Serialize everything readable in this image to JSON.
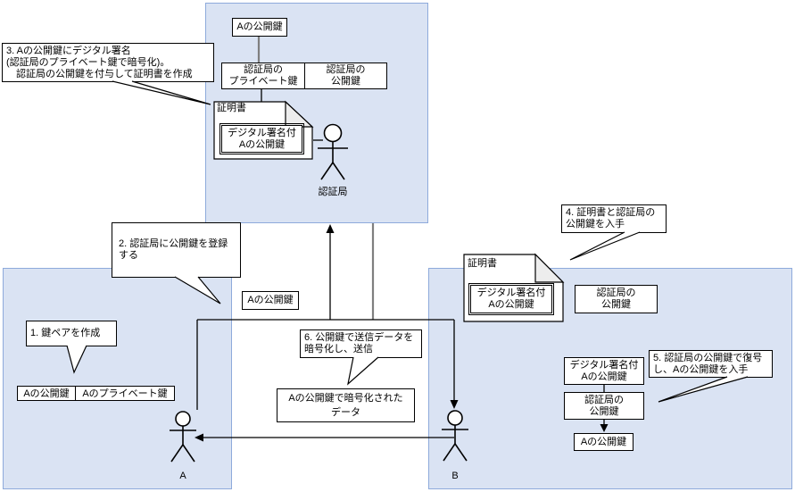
{
  "actors": {
    "ca_label": "認証局",
    "a_label": "A",
    "b_label": "B"
  },
  "boxes": {
    "a_pub_top": "Aの公開鍵",
    "ca_priv": "認証局の\nプライベート鍵",
    "ca_pub_top": "認証局の\n公開鍵",
    "cert_title_top": "証明書",
    "signed_pub_top": "デジタル署名付\nAの公開鍵",
    "a_pub_mid": "Aの公開鍵",
    "cert_title_right": "証明書",
    "signed_pub_right": "デジタル署名付\nAの公開鍵",
    "ca_pub_right": "認証局の\n公開鍵",
    "signed_pub_b": "デジタル署名付\nAの公開鍵",
    "ca_pub_b": "認証局の\n公開鍵",
    "a_pub_b": "Aの公開鍵",
    "a_pub_pair": "Aの公開鍵",
    "a_priv_pair": "Aのプライベート鍵",
    "enc_data": "Aの公開鍵で暗号化された\nデータ"
  },
  "callouts": {
    "step1": "1. 鍵ペアを作成",
    "step2": "2. 認証局に公開鍵を登録\nする",
    "step3": "3. Aの公開鍵にデジタル署名\n(認証局のプライベート鍵で暗号化)。\n　認証局の公開鍵を付与して証明書を作成",
    "step4": "4. 証明書と認証局の\n公開鍵を入手",
    "step5": "5. 認証局の公開鍵で復号\nし、Aの公開鍵を入手",
    "step6": "6. 公開鍵で送信データを\n暗号化し、送信"
  },
  "colors": {
    "region_fill": "#dae3f3",
    "region_border": "#8eaadb",
    "connector_gray": "#7f7f7f",
    "fold_fill": "#ededed",
    "box_border": "#000000"
  }
}
